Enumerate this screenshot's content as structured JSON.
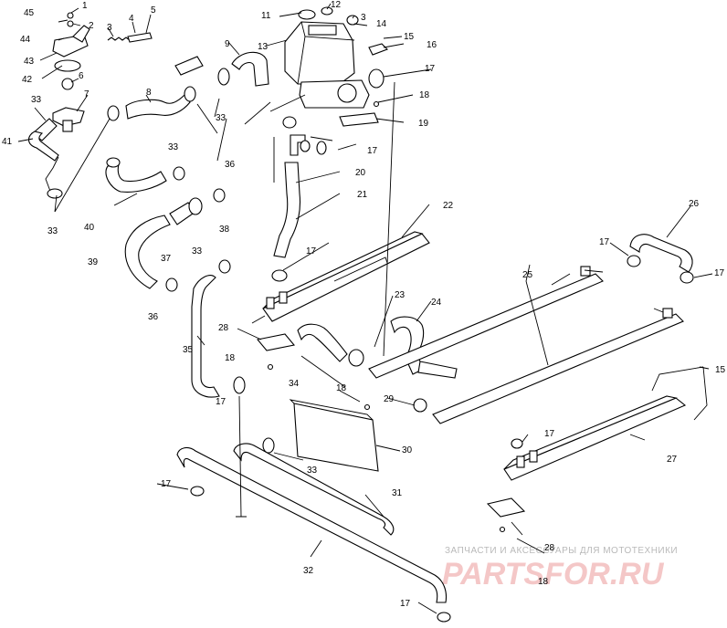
{
  "callouts": [
    {
      "id": "c1",
      "text": "1"
    },
    {
      "id": "c2",
      "text": "2"
    },
    {
      "id": "c3",
      "text": "3"
    },
    {
      "id": "c4",
      "text": "4"
    },
    {
      "id": "c5",
      "text": "5"
    },
    {
      "id": "c6",
      "text": "6"
    },
    {
      "id": "c7",
      "text": "7"
    },
    {
      "id": "c8",
      "text": "8"
    },
    {
      "id": "c9",
      "text": "9"
    },
    {
      "id": "c11",
      "text": "11"
    },
    {
      "id": "c12",
      "text": "12"
    },
    {
      "id": "c3b",
      "text": "3"
    },
    {
      "id": "c13",
      "text": "13"
    },
    {
      "id": "c14",
      "text": "14"
    },
    {
      "id": "c15",
      "text": "15"
    },
    {
      "id": "c16",
      "text": "16"
    },
    {
      "id": "c17a",
      "text": "17"
    },
    {
      "id": "c18a",
      "text": "18"
    },
    {
      "id": "c19",
      "text": "19"
    },
    {
      "id": "c17b",
      "text": "17"
    },
    {
      "id": "c20",
      "text": "20"
    },
    {
      "id": "c21",
      "text": "21"
    },
    {
      "id": "c22",
      "text": "22"
    },
    {
      "id": "c26",
      "text": "26"
    },
    {
      "id": "c17c",
      "text": "17"
    },
    {
      "id": "c17d",
      "text": "17"
    },
    {
      "id": "c25",
      "text": "25"
    },
    {
      "id": "c23",
      "text": "23"
    },
    {
      "id": "c24",
      "text": "24"
    },
    {
      "id": "c15b",
      "text": "15"
    },
    {
      "id": "c17e",
      "text": "17"
    },
    {
      "id": "c27",
      "text": "27"
    },
    {
      "id": "c28a",
      "text": "28"
    },
    {
      "id": "c28b",
      "text": "28"
    },
    {
      "id": "c18b",
      "text": "18"
    },
    {
      "id": "c18c",
      "text": "18"
    },
    {
      "id": "c18d",
      "text": "18"
    },
    {
      "id": "c29",
      "text": "29"
    },
    {
      "id": "c30",
      "text": "30"
    },
    {
      "id": "c31",
      "text": "31"
    },
    {
      "id": "c32",
      "text": "32"
    },
    {
      "id": "c17f",
      "text": "17"
    },
    {
      "id": "c17g",
      "text": "17"
    },
    {
      "id": "c17h",
      "text": "17"
    },
    {
      "id": "c33a",
      "text": "33"
    },
    {
      "id": "c33b",
      "text": "33"
    },
    {
      "id": "c33c",
      "text": "33"
    },
    {
      "id": "c33d",
      "text": "33"
    },
    {
      "id": "c33e",
      "text": "33"
    },
    {
      "id": "c33f",
      "text": "33"
    },
    {
      "id": "c34",
      "text": "34"
    },
    {
      "id": "c35",
      "text": "35"
    },
    {
      "id": "c36a",
      "text": "36"
    },
    {
      "id": "c36b",
      "text": "36"
    },
    {
      "id": "c37",
      "text": "37"
    },
    {
      "id": "c38",
      "text": "38"
    },
    {
      "id": "c39",
      "text": "39"
    },
    {
      "id": "c40",
      "text": "40"
    },
    {
      "id": "c41",
      "text": "41"
    },
    {
      "id": "c42",
      "text": "42"
    },
    {
      "id": "c43",
      "text": "43"
    },
    {
      "id": "c44",
      "text": "44"
    },
    {
      "id": "c45",
      "text": "45"
    },
    {
      "id": "c17i",
      "text": "17"
    }
  ],
  "watermark": {
    "caption": "ЗАПЧАСТИ И АКСЕССУАРЫ ДЛЯ МОТОТЕХНИКИ",
    "logo": "PARTSFOR.RU"
  },
  "colors": {
    "line": "#000000",
    "background": "#ffffff",
    "watermark_text": "#b9b9b9",
    "watermark_logo": "#f4c7c7"
  }
}
